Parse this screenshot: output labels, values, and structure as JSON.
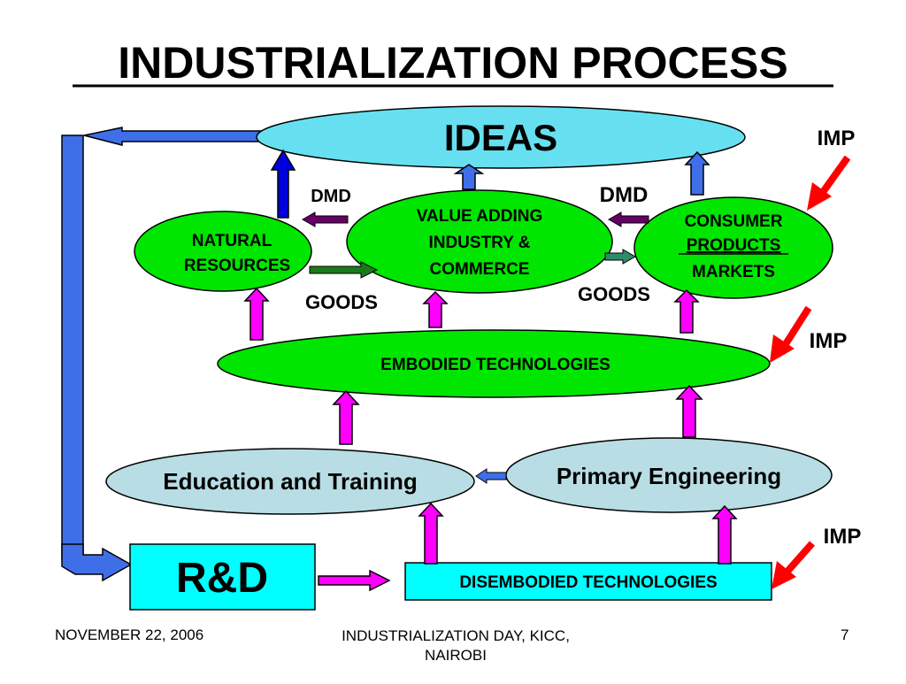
{
  "slide": {
    "title": "INDUSTRIALIZATION PROCESS",
    "footer_date": "NOVEMBER 22, 2006",
    "footer_event_line1": "INDUSTRIALIZATION DAY, KICC,",
    "footer_event_line2": "NAIROBI",
    "page_number": "7"
  },
  "nodes": {
    "ideas": "IDEAS",
    "natural_resources_line1": "NATURAL",
    "natural_resources_line2": "RESOURCES",
    "value_adding_line1": "VALUE ADDING",
    "value_adding_line2": "INDUSTRY &",
    "value_adding_line3": "COMMERCE",
    "consumer_line1": "CONSUMER",
    "consumer_line2": "PRODUCTS",
    "consumer_line3": "MARKETS",
    "embodied": "EMBODIED TECHNOLOGIES",
    "education": "Education and Training",
    "primary_engineering": "Primary Engineering",
    "rnd": "R&D",
    "disembodied": "DISEMBODIED TECHNOLOGIES"
  },
  "labels": {
    "dmd_left": "DMD",
    "dmd_right": "DMD",
    "goods_left": "GOODS",
    "goods_right": "GOODS",
    "imp_top": "IMP",
    "imp_middle": "IMP",
    "imp_bottom": "IMP"
  },
  "colors": {
    "ideas_fill": "#66e0f0",
    "green_fill": "#00e600",
    "light_blue_fill": "#b8dde4",
    "cyan_fill": "#00ffff",
    "blue_arrow": "#3f6fe8",
    "dark_blue_arrow": "#0000dd",
    "magenta_arrow": "#ff00ff",
    "purple_arrow": "#660066",
    "dark_green_arrow": "#1a7a1a",
    "teal_arrow": "#2e8b6a",
    "red_arrow": "#ff0000"
  }
}
